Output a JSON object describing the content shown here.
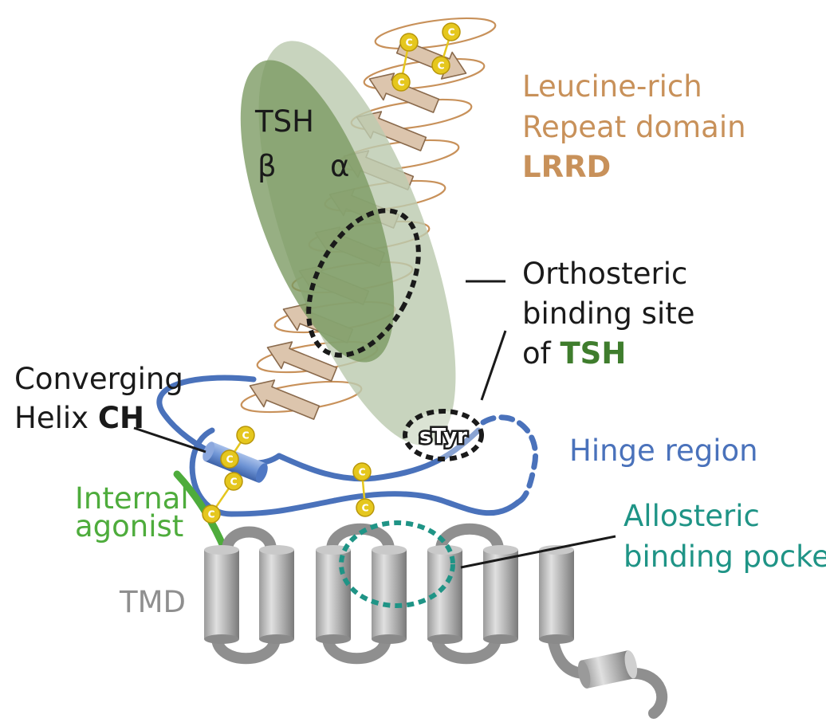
{
  "labels": {
    "lrrd_line1": "Leucine-rich",
    "lrrd_line2": "Repeat domain",
    "lrrd_abbrev": "LRRD",
    "tsh_title": "TSH",
    "tsh_beta": "β",
    "tsh_alpha": "α",
    "ortho_line1": "Orthosteric",
    "ortho_line2": "binding site",
    "ortho_line3_prefix": "of ",
    "ortho_line3_bold": "TSH",
    "converging_line1": "Converging",
    "converging_line2_prefix": "Helix ",
    "converging_line2_bold": "CH",
    "hinge": "Hinge region",
    "internal_line1": "Internal",
    "internal_line2": "agonist",
    "allosteric_line1": "Allosteric",
    "allosteric_line2": "binding pocket",
    "tmd": "TMD",
    "styr": "sTyr",
    "cys": "C"
  },
  "colors": {
    "lrrd": "#c8915a",
    "lrrd_fill": "#dcc5ad",
    "tsh_beta": "#7a9960",
    "tsh_alpha": "#bccab0",
    "hinge": "#4a72bb",
    "internal_agonist": "#4eac3c",
    "allosteric": "#1f9486",
    "tsh_bold": "#3f7d2d",
    "tmd": "#8f8f8f",
    "cys": "#e5c71e"
  }
}
